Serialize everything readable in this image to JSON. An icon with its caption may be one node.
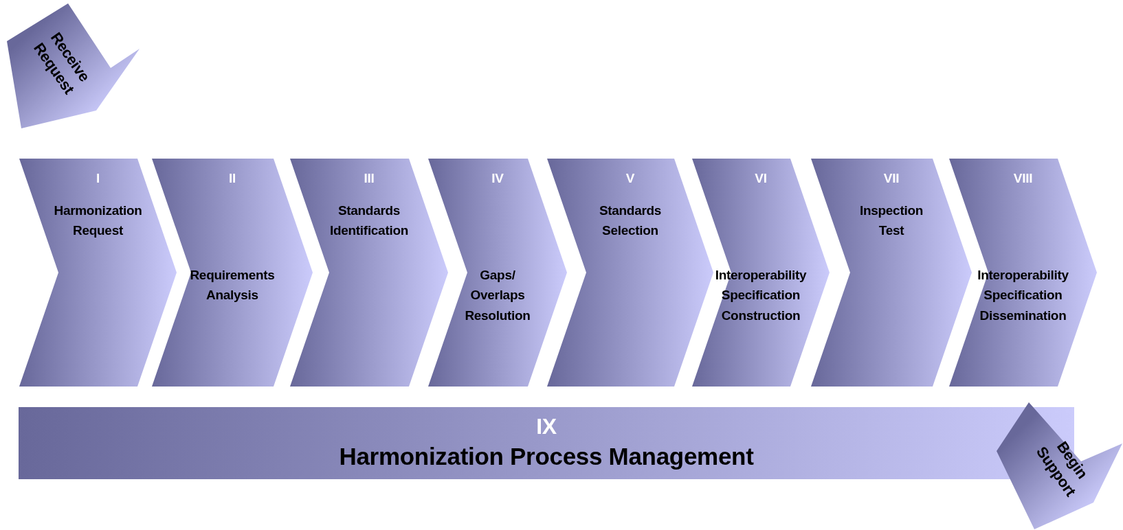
{
  "diagram": {
    "nodes": [
      {
        "text": [
          "Receive Request"
        ]
      },
      {
        "text": [
          "I",
          "Harmonization Request"
        ]
      },
      {
        "text": [
          "II",
          "Requirements Analysis"
        ]
      },
      {
        "text": [
          "III",
          "Standards Identification"
        ]
      },
      {
        "text": [
          "IV",
          "Gaps/ Overlaps Resolution"
        ]
      },
      {
        "text": [
          "V",
          "Standards Selection"
        ]
      },
      {
        "text": [
          "VI",
          "Interoperability Specification Construction"
        ]
      },
      {
        "text": [
          "VII",
          "Inspection Test"
        ]
      },
      {
        "text": [
          "VIII",
          "Interoperability Specification Dissemination"
        ]
      },
      {
        "text": [
          "IX",
          "Harmonization Process Management"
        ]
      },
      {
        "text": [
          "Begin Support"
        ]
      }
    ]
  }
}
